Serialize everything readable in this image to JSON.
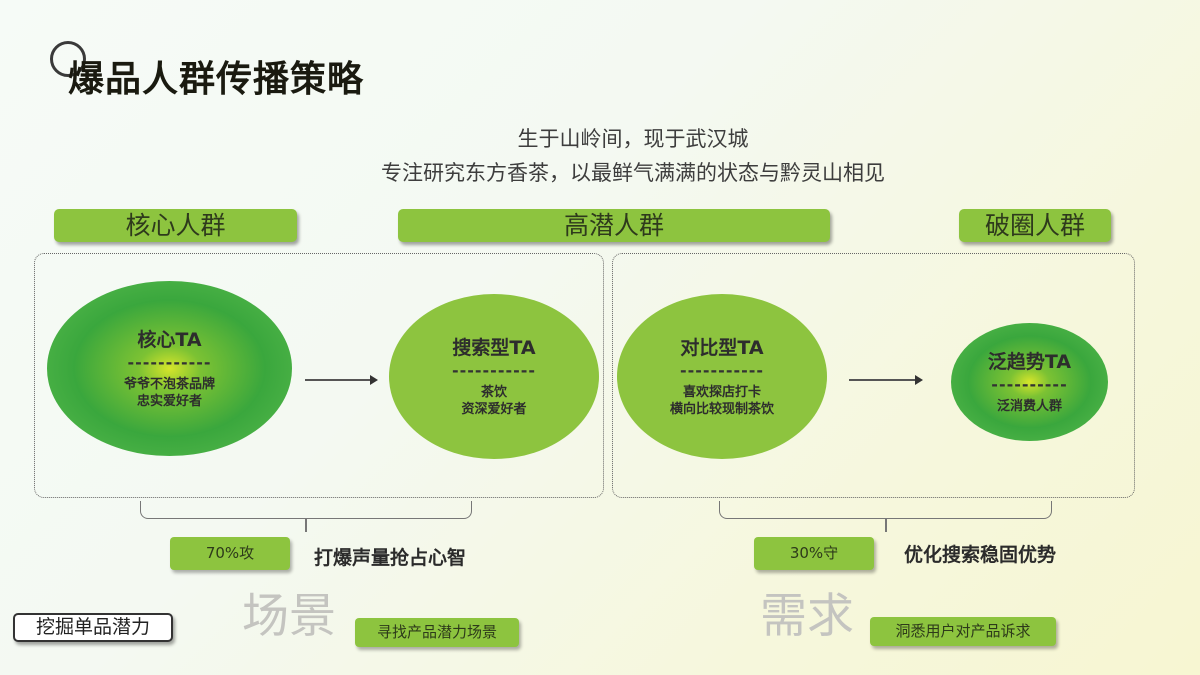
{
  "header": {
    "title": "爆品人群传播策略",
    "subtitle_lines": [
      "生于山岭间，现于武汉城",
      "专注研究东方香茶，以最鲜气满满的状态与黔灵山相见"
    ]
  },
  "tiers": [
    {
      "label": "核心人群"
    },
    {
      "label": "高潜人群"
    },
    {
      "label": "破圈人群"
    }
  ],
  "audiences": [
    {
      "title": "核心TA",
      "divider": "-----------",
      "desc_lines": [
        "爷爷不泡茶品牌",
        "忠实爱好者"
      ],
      "style": "gradient"
    },
    {
      "title": "搜索型TA",
      "divider": "-----------",
      "desc_lines": [
        "茶饮",
        "资深爱好者"
      ],
      "style": "flat"
    },
    {
      "title": "对比型TA",
      "divider": "-----------",
      "desc_lines": [
        "喜欢探店打卡",
        "横向比较现制茶饮"
      ],
      "style": "flat"
    },
    {
      "title": "泛趋势TA",
      "divider": "----------",
      "desc_lines": [
        "泛消费人群"
      ],
      "style": "gradient"
    }
  ],
  "strategies": [
    {
      "ratio": "70%攻",
      "text": "打爆声量抢占心智"
    },
    {
      "ratio": "30%守",
      "text": "优化搜索稳固优势"
    }
  ],
  "footer": {
    "label": "挖掘单品潜力",
    "items": [
      {
        "keyword": "场景",
        "note": "寻找产品潜力场景"
      },
      {
        "keyword": "需求",
        "note": "洞悉用户对产品诉求"
      }
    ]
  },
  "colors": {
    "accent_green": "#8dc43f",
    "deep_green": "#3aa73d",
    "highlight_yellow": "#d6e52b",
    "title_text": "#1a1a10"
  },
  "icons": [
    "title-ring-icon",
    "arrow-right-icon"
  ]
}
